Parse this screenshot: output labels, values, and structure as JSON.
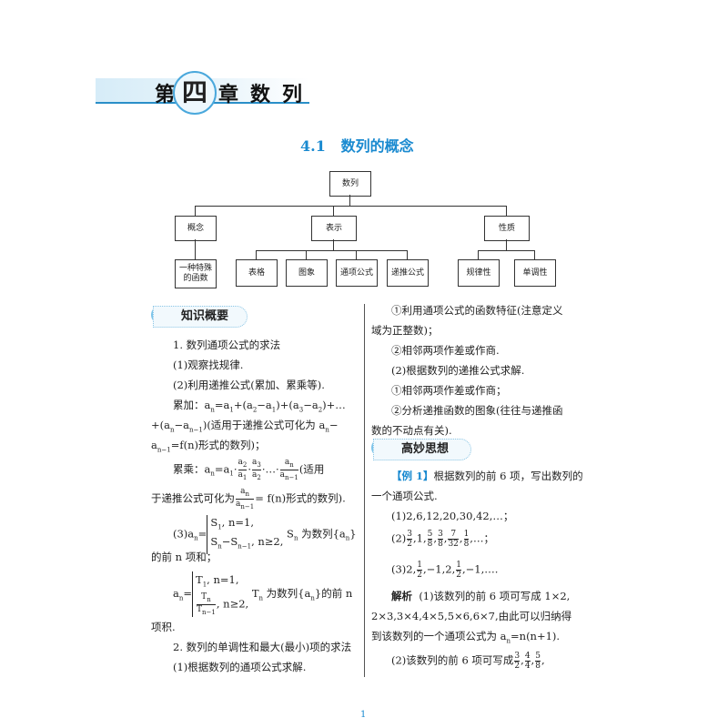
{
  "chapter": {
    "di": "第",
    "num": "四",
    "zhang": "章",
    "title1": "数",
    "title2": "列"
  },
  "section": {
    "number": "4.1",
    "title": "数列的概念"
  },
  "diagram": {
    "root": "数列",
    "branches": [
      {
        "label": "概念",
        "children": [
          "一种特殊\n的函数"
        ]
      },
      {
        "label": "表示",
        "children": [
          "表格",
          "图象",
          "通项公式",
          "递推公式"
        ]
      },
      {
        "label": "性质",
        "children": [
          "规律性",
          "单调性"
        ]
      }
    ]
  },
  "left": {
    "tag": "知识概要",
    "l1": "1. 数列通项公式的求法",
    "l2": "(1)观察找规律.",
    "l3": "(2)利用递推公式(累加、累乘等).",
    "l4": "累加：a",
    "l5": "+(a",
    "l6": "f(n)形式的数列)；",
    "l7": "累乘：",
    "l8a": "于递推公式可化为",
    "l8b": "= f(n)形式的数列).",
    "l9": "(3)",
    "l10": "的前 n 项和；",
    "l11": "项积.",
    "l12": "2. 数列的单调性和最大(最小)项的求法",
    "l13": "(1)根据数列的通项公式求解."
  },
  "right": {
    "r1": "①利用通项公式的函数特征(注意定义",
    "r2": "域为正整数)；",
    "r3": "②相邻两项作差或作商.",
    "r4": "(2)根据数列的递推公式求解.",
    "r5": "①相邻两项作差或作商；",
    "r6": "②分析递推函数的图象(往往与递推函",
    "r7": "数的不动点有关).",
    "tag": "高妙思想",
    "ex_label": "【例 1】",
    "ex1": "根据数列的前 6 项，写出数列的",
    "ex2": "一个通项公式.",
    "ex3": "(1)2,6,12,20,30,42,…；",
    "jx": "解析",
    "jx1": "(1)该数列的前 6 项可写成 1×2,",
    "jx2": "2×3,3×4,4×5,5×6,6×7,由此可以归纳得",
    "jx3": "到该数列的一个通项公式为 a",
    "jx4": "(2)该数列的前 6 项可写成"
  },
  "page_number": "1"
}
